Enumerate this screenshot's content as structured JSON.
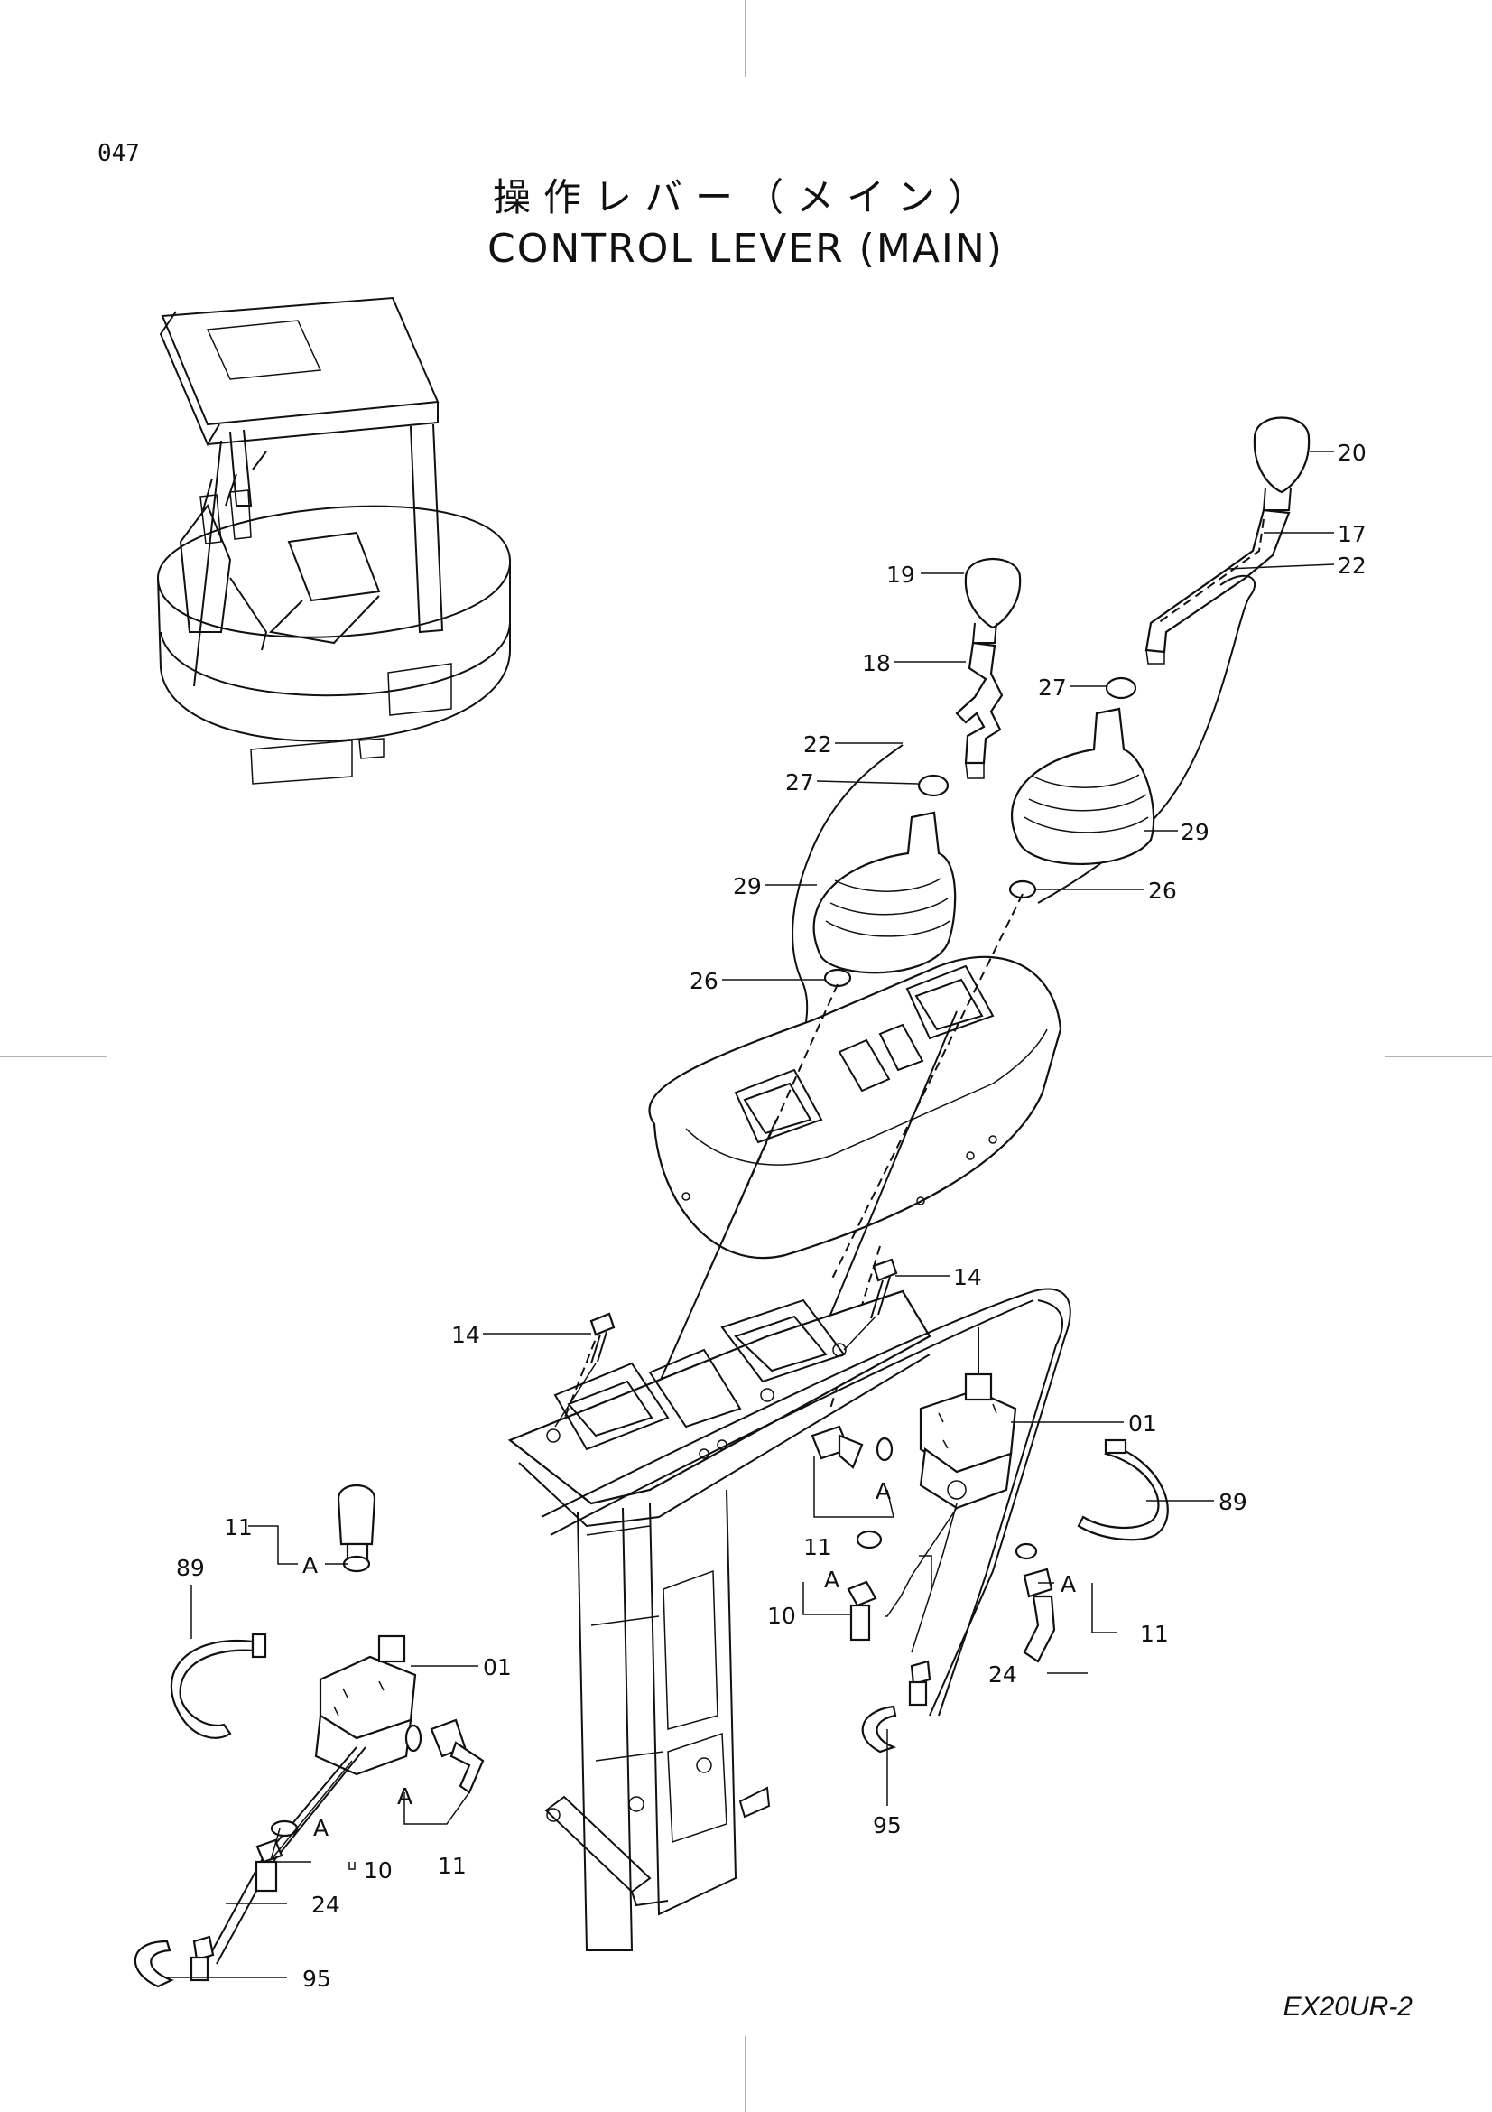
{
  "page_number": "047",
  "title_jp": "操作レバー（メイン）",
  "title_en": "CONTROL LEVER (MAIN)",
  "model": "EX20UR-2",
  "callouts": {
    "c20": "20",
    "c17": "17",
    "c22a": "22",
    "c19": "19",
    "c18": "18",
    "c27a": "27",
    "c22b": "22",
    "c27b": "27",
    "c29a": "29",
    "c29b": "29",
    "c26a": "26",
    "c26b": "26",
    "c14a": "14",
    "c14b": "14",
    "c01a": "01",
    "c01b": "01",
    "c89a": "89",
    "c89b": "89",
    "c11a": "11",
    "c11b": "11",
    "c11c": "11",
    "c11d": "11",
    "c10a": "10",
    "c10b": "10",
    "c24a": "24",
    "c24b": "24",
    "c95a": "95",
    "c95b": "95",
    "cAa": "A",
    "cAb": "A",
    "cAc": "A",
    "cAd": "A",
    "cAe": "A",
    "cAf": "A"
  }
}
